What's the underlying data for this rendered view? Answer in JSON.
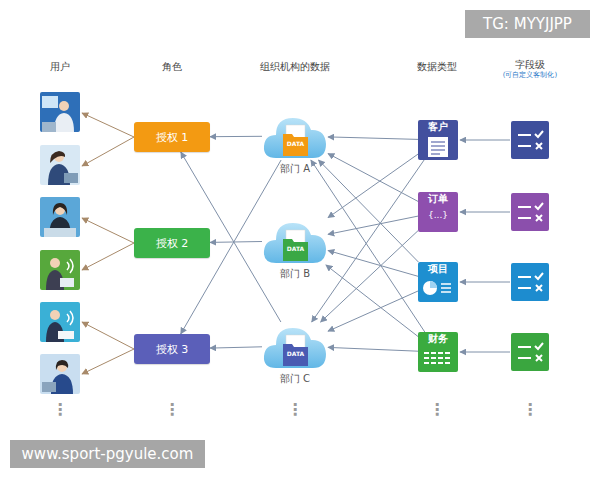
{
  "diagram": {
    "nodes": [
      {
        "text": [
          "授权 1"
        ]
      },
      {
        "text": [
          "授权 2"
        ]
      },
      {
        "text": [
          "授权 3"
        ]
      },
      {
        "text": [
          "DATA",
          "部门 A"
        ]
      },
      {
        "text": [
          "DATA",
          "部门 B"
        ]
      },
      {
        "text": [
          "DATA",
          "部门 C"
        ]
      },
      {
        "text": [
          "客户"
        ]
      },
      {
        "text": [
          "订单",
          "{...}"
        ]
      },
      {
        "text": [
          "项目"
        ]
      },
      {
        "text": [
          "财务"
        ]
      }
    ],
    "edges": [
      {
        "from": 3,
        "to": 0,
        "arrow": "to"
      },
      {
        "from": 3,
        "to": 2,
        "arrow": "to"
      },
      {
        "from": 4,
        "to": 1,
        "arrow": "to"
      },
      {
        "from": 5,
        "to": 0,
        "arrow": "to"
      },
      {
        "from": 5,
        "to": 2,
        "arrow": "to"
      },
      {
        "from": 6,
        "to": 3,
        "arrow": "to"
      },
      {
        "from": 6,
        "to": 4,
        "arrow": "to"
      },
      {
        "from": 6,
        "to": 5,
        "arrow": "to"
      },
      {
        "from": 7,
        "to": 3,
        "arrow": "to"
      },
      {
        "from": 7,
        "to": 4,
        "arrow": "to"
      },
      {
        "from": 7,
        "to": 5,
        "arrow": "to"
      },
      {
        "from": 8,
        "to": 3,
        "arrow": "to"
      },
      {
        "from": 8,
        "to": 4,
        "arrow": "to"
      },
      {
        "from": 8,
        "to": 5,
        "arrow": "to"
      },
      {
        "from": 9,
        "to": 3,
        "arrow": "to"
      },
      {
        "from": 9,
        "to": 4,
        "arrow": "to"
      },
      {
        "from": 9,
        "to": 5,
        "arrow": "to"
      }
    ],
    "labels": [
      "TG: MYYJJPP",
      "用户",
      "角色",
      "组织机构的数据",
      "数据类型",
      "字段级",
      "(可自定义客制化)",
      "⋮",
      "⋮",
      "⋮",
      "⋮",
      "⋮",
      "www.sport-pgyule.com"
    ]
  }
}
